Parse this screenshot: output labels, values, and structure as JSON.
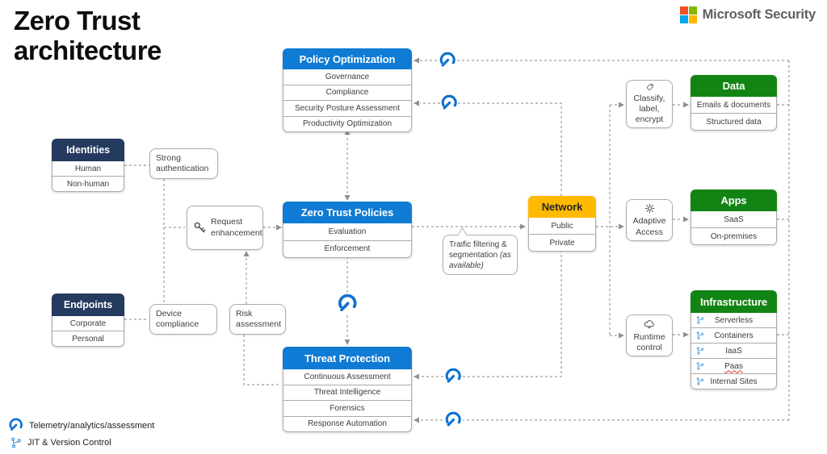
{
  "page": {
    "title": "Zero Trust\narchitecture"
  },
  "brand": {
    "name": "Microsoft Security",
    "logo_colors": [
      "#F25022",
      "#7FBA00",
      "#00A4EF",
      "#FFB900"
    ]
  },
  "colors": {
    "header_blue": "#0F7BD4",
    "header_navy": "#243A5E",
    "header_green": "#128413",
    "header_amber": "#FFB900",
    "wire_gray": "#9E9E9E",
    "telemetry_blue": "#0E71D0"
  },
  "boxes": {
    "policy_optimization": {
      "title": "Policy Optimization",
      "rows": [
        "Governance",
        "Compliance",
        "Security Posture Assessment",
        "Productivity Optimization"
      ]
    },
    "identities": {
      "title": "Identities",
      "rows": [
        "Human",
        "Non-human"
      ]
    },
    "endpoints": {
      "title": "Endpoints",
      "rows": [
        "Corporate",
        "Personal"
      ]
    },
    "zero_trust_policies": {
      "title": "Zero Trust Policies",
      "rows": [
        "Evaluation",
        "Enforcement"
      ]
    },
    "threat_protection": {
      "title": "Threat Protection",
      "rows": [
        "Continuous Assessment",
        "Threat Intelligence",
        "Forensics",
        "Response Automation"
      ]
    },
    "network": {
      "title": "Network",
      "rows": [
        "Public",
        "Private"
      ]
    },
    "data": {
      "title": "Data",
      "rows": [
        "Emails & documents",
        "Structured data"
      ]
    },
    "apps": {
      "title": "Apps",
      "rows": [
        "SaaS",
        "On-premises"
      ]
    },
    "infrastructure": {
      "title": "Infrastructure",
      "rows": [
        "Serverless",
        "Containers",
        "IaaS",
        "Paas",
        "Internal Sites"
      ]
    }
  },
  "helpers": {
    "strong_authentication": {
      "label": "Strong authentication"
    },
    "request_enhancement": {
      "label": "Request enhancement",
      "icon": "key-icon"
    },
    "device_compliance": {
      "label": "Device compliance"
    },
    "risk_assessment": {
      "label": "Risk assessment"
    },
    "traffic_filtering": {
      "label": "Traffic filtering & segmentation",
      "note": "(as available)"
    },
    "classify_label_encrypt": {
      "label": "Classify, label, encrypt",
      "icon": "tag-icon"
    },
    "adaptive_access": {
      "label": "Adaptive Access",
      "icon": "gear-icon"
    },
    "runtime_control": {
      "label": "Runtime control",
      "icon": "cloud-icon"
    }
  },
  "legend": {
    "items": [
      {
        "icon": "telemetry-icon",
        "label": "Telemetry/analytics/assessment"
      },
      {
        "icon": "jit-icon",
        "label": "JIT & Version Control"
      }
    ]
  }
}
